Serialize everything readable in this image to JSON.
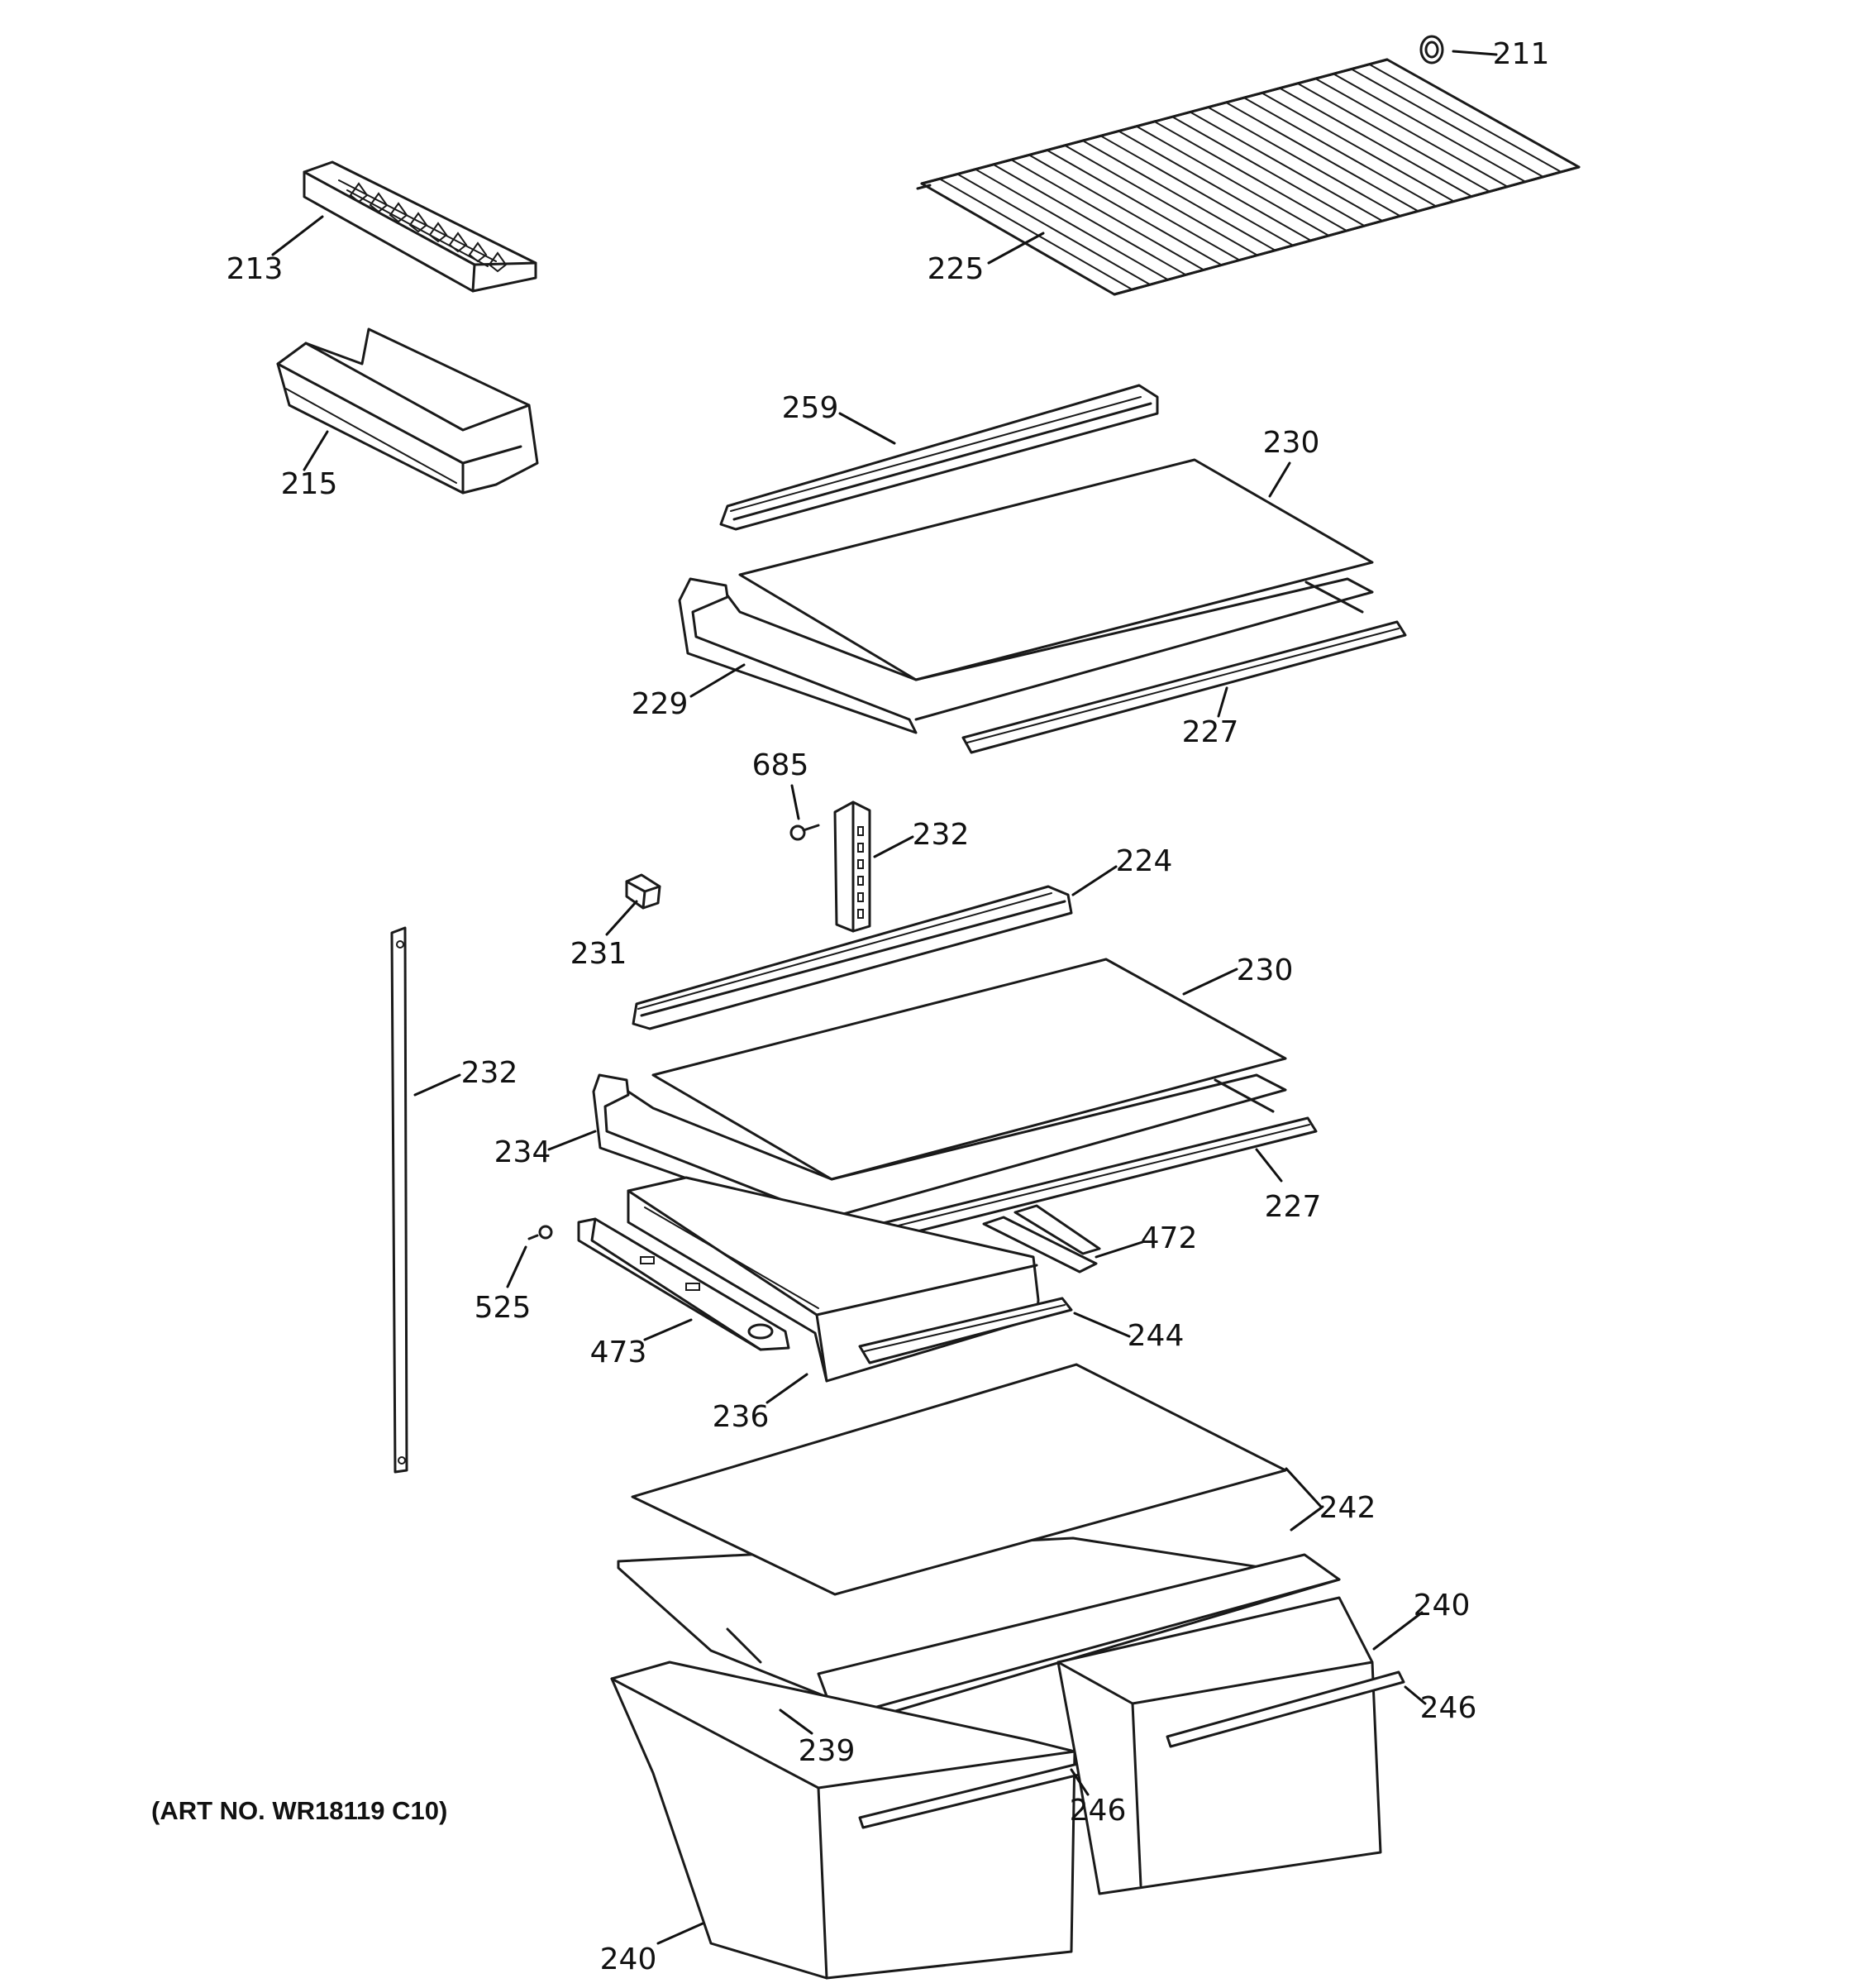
{
  "diagram": {
    "art_number": "(ART NO. WR18119 C10)",
    "callouts": {
      "p211": "211",
      "p213": "213",
      "p215": "215",
      "p225": "225",
      "p259": "259",
      "p230a": "230",
      "p229": "229",
      "p227a": "227",
      "p685": "685",
      "p232a": "232",
      "p224": "224",
      "p231": "231",
      "p230b": "230",
      "p232b": "232",
      "p234": "234",
      "p227b": "227",
      "p472": "472",
      "p525": "525",
      "p244": "244",
      "p473": "473",
      "p236": "236",
      "p242": "242",
      "p240a": "240",
      "p246a": "246",
      "p239": "239",
      "p246b": "246",
      "p240b": "240"
    }
  }
}
